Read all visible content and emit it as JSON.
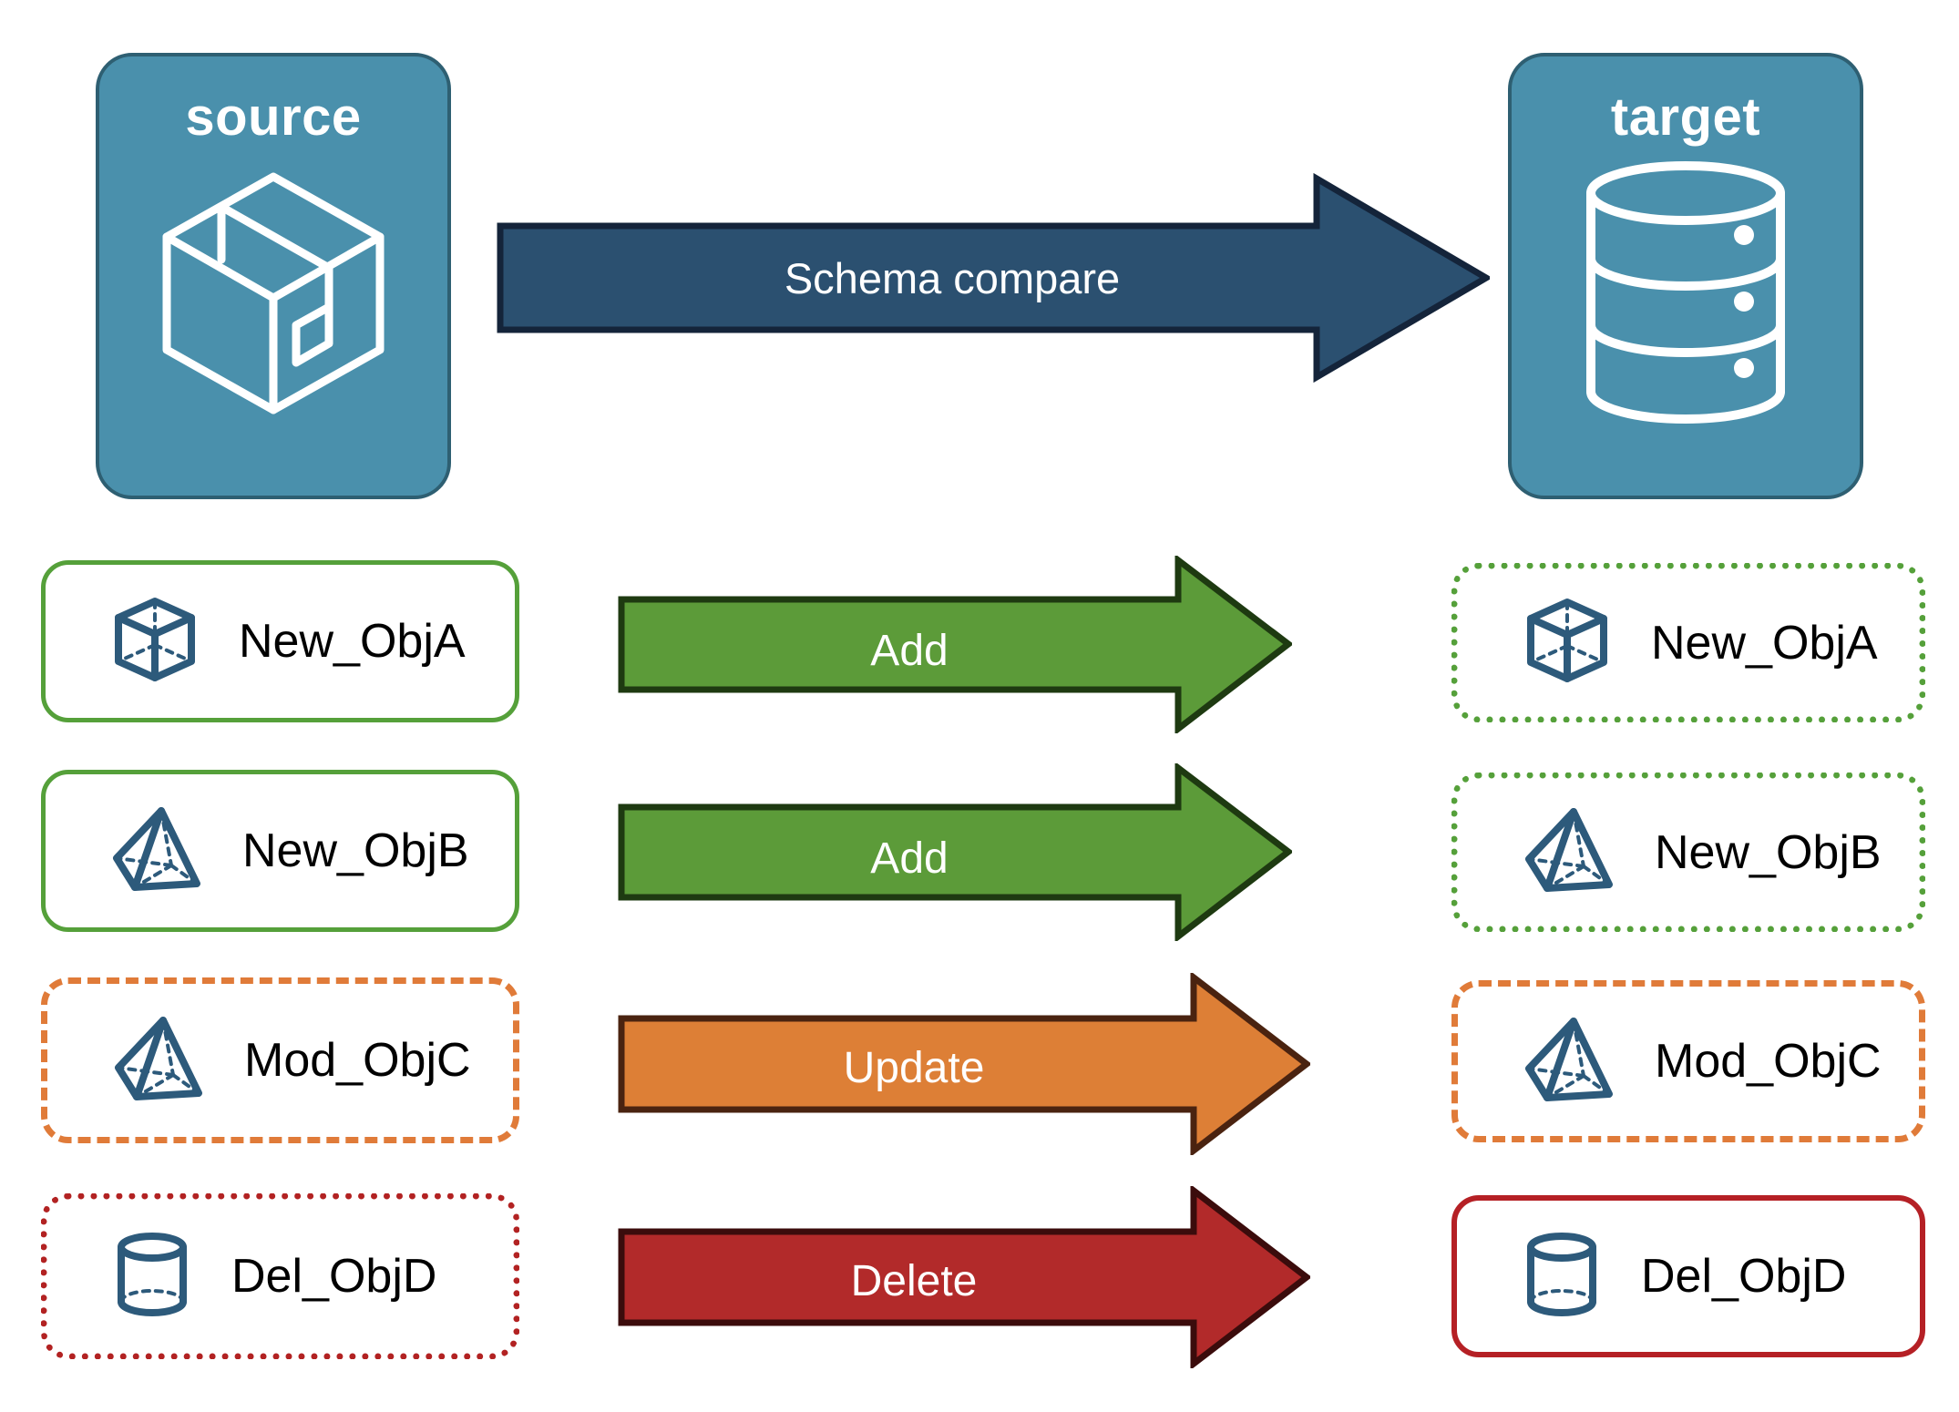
{
  "diagram": {
    "title": "Schema compare",
    "endpoints": [
      {
        "id": "source",
        "label": "source",
        "icon": "package-box-icon"
      },
      {
        "id": "target",
        "label": "target",
        "icon": "database-cylinder-icon"
      }
    ],
    "main_arrow": {
      "label": "Schema compare",
      "fill": "#2B5070",
      "stroke": "#14243A"
    },
    "rows": [
      {
        "source_object": "New_ObjA",
        "target_object": "New_ObjA",
        "action": "Add",
        "source_icon": "wireframe-cube-icon",
        "target_icon": "wireframe-cube-icon",
        "arrow_fill": "#5C9B39",
        "arrow_stroke": "#1E3A11",
        "source_border_color": "#55A03A",
        "source_border_style": "solid",
        "target_border_color": "#55A03A",
        "target_border_style": "dotted"
      },
      {
        "source_object": "New_ObjB",
        "target_object": "New_ObjB",
        "action": "Add",
        "source_icon": "wireframe-pyramid-icon",
        "target_icon": "wireframe-pyramid-icon",
        "arrow_fill": "#5C9B39",
        "arrow_stroke": "#1E3A11",
        "source_border_color": "#55A03A",
        "source_border_style": "solid",
        "target_border_color": "#55A03A",
        "target_border_style": "dotted"
      },
      {
        "source_object": "Mod_ObjC",
        "target_object": "Mod_ObjC",
        "action": "Update",
        "source_icon": "wireframe-pyramid-icon",
        "target_icon": "wireframe-pyramid-icon",
        "arrow_fill": "#DD7F36",
        "arrow_stroke": "#4A2310",
        "source_border_color": "#E07B39",
        "source_border_style": "dashed",
        "target_border_color": "#E07B39",
        "target_border_style": "dashed"
      },
      {
        "source_object": "Del_ObjD",
        "target_object": "Del_ObjD",
        "action": "Delete",
        "source_icon": "wireframe-cylinder-icon",
        "target_icon": "wireframe-cylinder-icon",
        "arrow_fill": "#B22A2A",
        "arrow_stroke": "#3B0C0C",
        "source_border_color": "#B22222",
        "source_border_style": "dotted",
        "target_border_color": "#B52025",
        "target_border_style": "solid"
      }
    ],
    "colors": {
      "endpoint_fill": "#4A90AC",
      "endpoint_stroke": "#2E5F72",
      "object_icon": "#2D5A7B",
      "background": "#FFFFFF"
    }
  }
}
